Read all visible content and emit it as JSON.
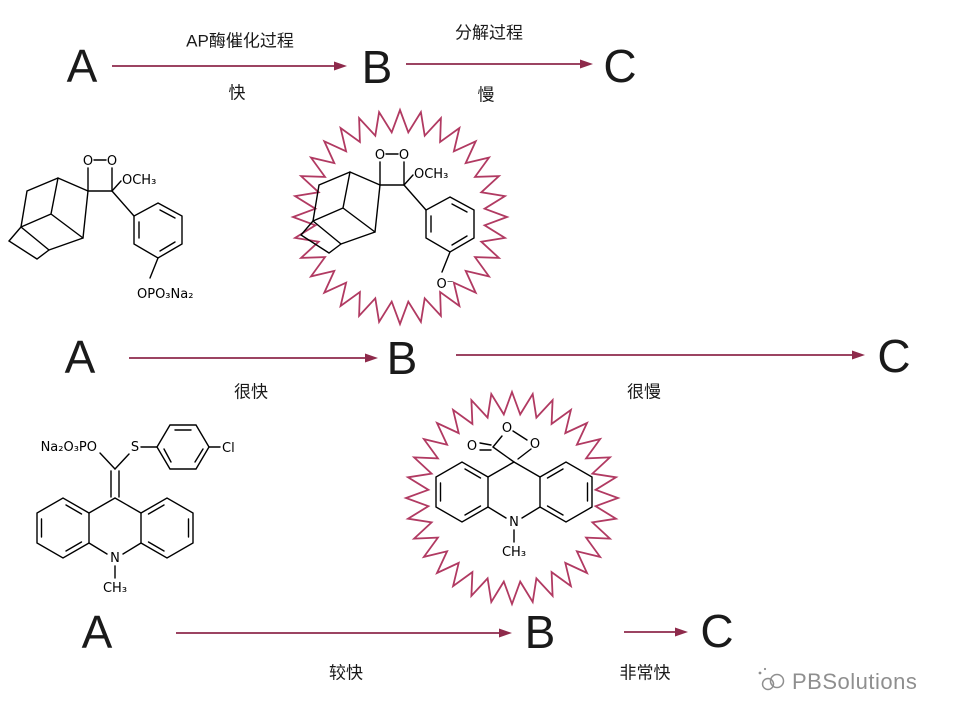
{
  "colors": {
    "arrow": "#8e2a4b",
    "starburst": "#b13a62",
    "bond": "#000000",
    "text": "#1a1a1a",
    "watermark": "#8f8f8f"
  },
  "rows": {
    "top": {
      "reactant": "A",
      "intermediate": "B",
      "product": "C",
      "step1_label": "AP酶催化过程",
      "step1_rate": "快",
      "step2_label": "分解过程",
      "step2_rate": "慢"
    },
    "middle": {
      "reactant": "A",
      "intermediate": "B",
      "product": "C",
      "step1_rate": "很快",
      "step2_rate": "很慢"
    },
    "bottom": {
      "reactant": "A",
      "intermediate": "B",
      "product": "C",
      "step1_rate": "较快",
      "step2_rate": "非常快"
    }
  },
  "structures": {
    "dioxetane": {
      "o_left": "O",
      "o_right": "O",
      "methoxy": "OCH₃",
      "phosphate": "OPO₃Na₂",
      "phenolate": "O⁻"
    },
    "acridinium": {
      "phosphate": "Na₂O₃PO",
      "sulfur": "S",
      "chloro": "Cl",
      "nitrogen": "N",
      "methyl": "CH₃"
    },
    "dioxetanone": {
      "o_ring_top": "O",
      "o_ring_right": "O",
      "o_carbonyl": "O"
    }
  },
  "watermark": {
    "text": "PBSolutions"
  }
}
